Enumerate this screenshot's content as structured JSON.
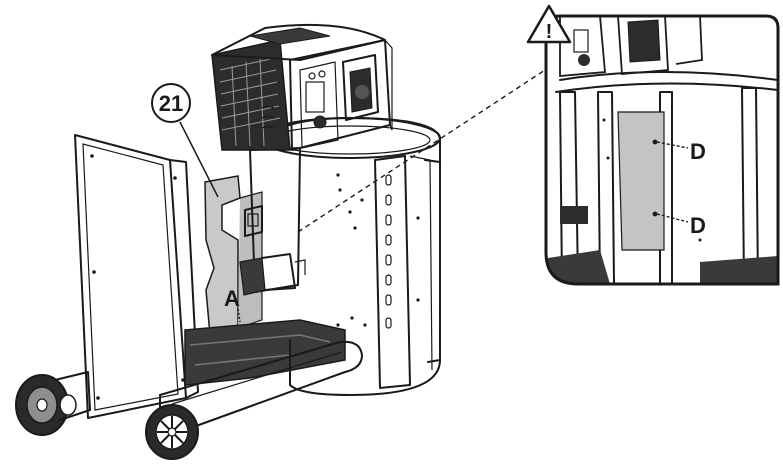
{
  "callouts": {
    "part_number": "21",
    "label_a": "A",
    "label_d_top": "D",
    "label_d_bottom": "D",
    "warning_symbol": "!"
  },
  "colors": {
    "line": "#1a1a1a",
    "panel_fill": "#cfcfcf",
    "dark_fill": "#3a3a3a",
    "shade": "#8e8e8e"
  },
  "icons": [
    "warning-triangle-icon",
    "callout-circle-21"
  ]
}
